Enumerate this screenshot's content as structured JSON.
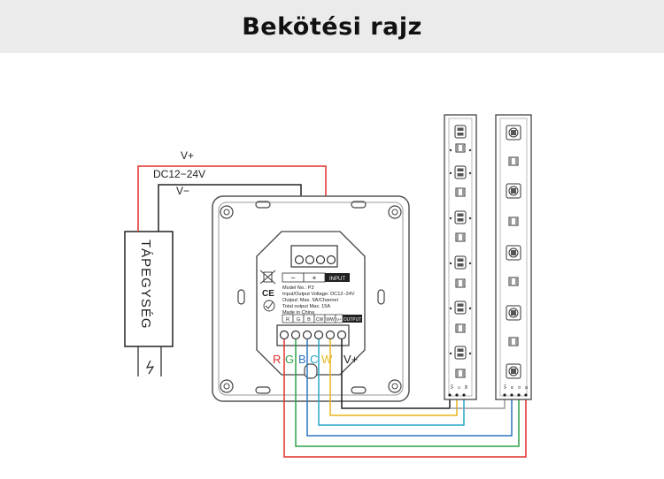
{
  "title": "Bekötési rajz",
  "power": {
    "plus_label": "V+",
    "voltage_label": "DC12−24V",
    "minus_label": "V−",
    "supply_label": "TÁPEGYSÉG"
  },
  "controller": {
    "input_terminals": {
      "minus": "−",
      "plus": "+",
      "tag": "INPUT"
    },
    "info_lines": [
      "Model No.: P3",
      "Input/Output Voltage: DC12−24V",
      "Output: Max. 5A/Channel",
      "Total output Max. 15A",
      "Made in China"
    ],
    "output_terminals": [
      "R",
      "G",
      "B",
      "CW",
      "WW",
      "V+"
    ],
    "output_tag": "OUTPUT",
    "bottom_labels": [
      {
        "text": "R",
        "color": "#e0312d"
      },
      {
        "text": "G",
        "color": "#2da04a"
      },
      {
        "text": "B",
        "color": "#2f74c0"
      },
      {
        "text": "C",
        "color": "#27a6c9"
      },
      {
        "text": "W",
        "color": "#e8b61e"
      },
      {
        "text": "V+",
        "color": "#222222"
      }
    ]
  },
  "wire_colors": {
    "red": "#e0312d",
    "green": "#2da04a",
    "blue": "#2f74c0",
    "cyan": "#27a6c9",
    "yellow": "#e8b61e",
    "black": "#222222",
    "gray": "#9a9a9a"
  },
  "strip_left_pins": [
    "V+",
    "C",
    "W"
  ],
  "strip_right_pins": [
    "V+",
    "R",
    "G",
    "B"
  ]
}
